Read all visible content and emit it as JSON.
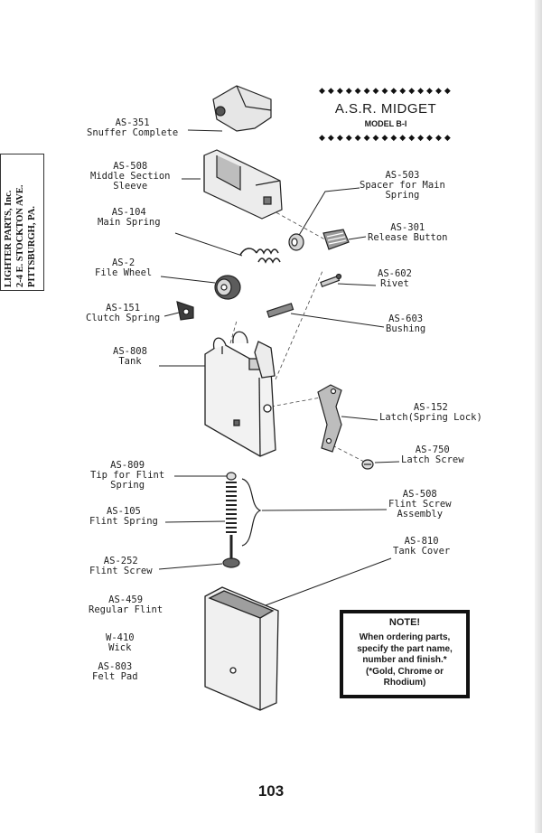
{
  "stamp": {
    "line1": "LIGHTER PARTS, Inc.",
    "line2": "2-4 E. STOCKTON AVE.",
    "line3": "PITTSBURGH, PA."
  },
  "title": {
    "dots_top": "◆◆◆◆◆◆◆◆◆◆◆◆◆◆◆",
    "main": "A.S.R. MIDGET",
    "model": "MODEL B-I",
    "dots_bottom": "◆◆◆◆◆◆◆◆◆◆◆◆◆◆◆"
  },
  "parts": [
    {
      "code": "AS-351",
      "name": "Snuffer Complete"
    },
    {
      "code": "AS-508",
      "name": "Middle Section\nSleeve"
    },
    {
      "code": "AS-104",
      "name": "Main Spring"
    },
    {
      "code": "AS-2",
      "name": "File Wheel"
    },
    {
      "code": "AS-151",
      "name": "Clutch Spring"
    },
    {
      "code": "AS-808",
      "name": "Tank"
    },
    {
      "code": "AS-503",
      "name": "Spacer for Main\nSpring"
    },
    {
      "code": "AS-301",
      "name": "Release Button"
    },
    {
      "code": "AS-602",
      "name": "Rivet"
    },
    {
      "code": "AS-603",
      "name": "Bushing"
    },
    {
      "code": "AS-152",
      "name": "Latch(Spring Lock)"
    },
    {
      "code": "AS-750",
      "name": "Latch Screw"
    },
    {
      "code": "AS-809",
      "name": "Tip for Flint\nSpring"
    },
    {
      "code": "AS-105",
      "name": "Flint Spring"
    },
    {
      "code": "AS-252",
      "name": "Flint Screw"
    },
    {
      "code": "AS-508",
      "name": "Flint Screw\nAssembly"
    },
    {
      "code": "AS-810",
      "name": "Tank Cover"
    },
    {
      "code": "AS-459",
      "name": "Regular Flint"
    },
    {
      "code": "W-410",
      "name": "Wick"
    },
    {
      "code": "AS-803",
      "name": "Felt Pad"
    }
  ],
  "note": {
    "heading": "NOTE!",
    "body": "When ordering parts, specify the part name, number and finish.* (*Gold, Chrome or Rhodium)"
  },
  "page_number": "103"
}
